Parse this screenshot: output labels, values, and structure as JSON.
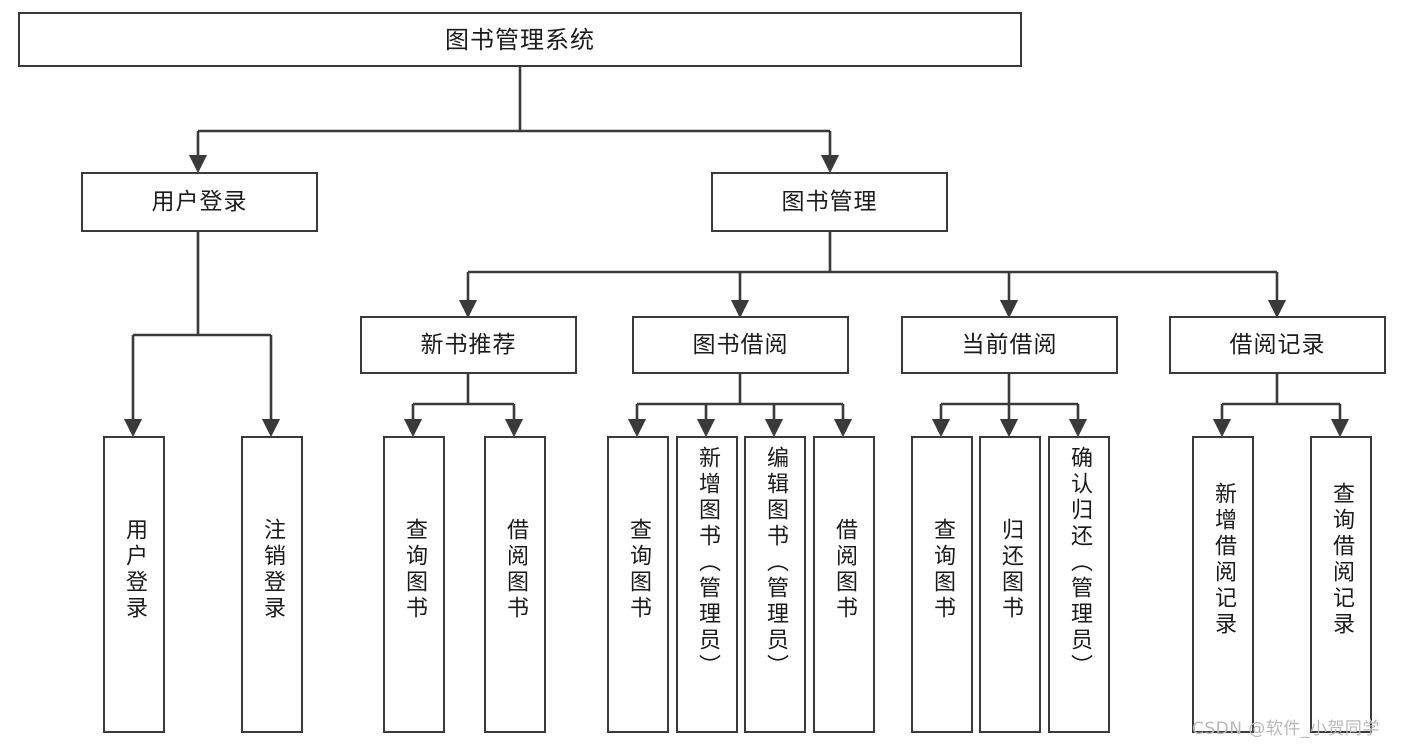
{
  "diagram": {
    "title": "图书管理系统",
    "type": "tree-hierarchy",
    "root": {
      "id": "root",
      "label": "图书管理系统"
    },
    "level2": [
      {
        "id": "user-login",
        "label": "用户登录"
      },
      {
        "id": "book-manage",
        "label": "图书管理"
      }
    ],
    "level3": [
      {
        "id": "new-book-recommend",
        "label": "新书推荐",
        "parent": "book-manage"
      },
      {
        "id": "book-borrow",
        "label": "图书借阅",
        "parent": "book-manage"
      },
      {
        "id": "current-borrow",
        "label": "当前借阅",
        "parent": "book-manage"
      },
      {
        "id": "borrow-record",
        "label": "借阅记录",
        "parent": "book-manage"
      }
    ],
    "leaves": [
      {
        "id": "leaf-user-login",
        "label": "用户登录",
        "parent": "user-login"
      },
      {
        "id": "leaf-logout-login",
        "label": "注销登录",
        "parent": "user-login"
      },
      {
        "id": "leaf-query-book-1",
        "label": "查询图书",
        "parent": "new-book-recommend"
      },
      {
        "id": "leaf-borrow-book-1",
        "label": "借阅图书",
        "parent": "new-book-recommend"
      },
      {
        "id": "leaf-query-book-2",
        "label": "查询图书",
        "parent": "book-borrow"
      },
      {
        "id": "leaf-add-book",
        "label": "新增图书（管理员）",
        "parent": "book-borrow"
      },
      {
        "id": "leaf-edit-book",
        "label": "编辑图书（管理员）",
        "parent": "book-borrow"
      },
      {
        "id": "leaf-borrow-book-2",
        "label": "借阅图书",
        "parent": "book-borrow"
      },
      {
        "id": "leaf-query-book-3",
        "label": "查询图书",
        "parent": "current-borrow"
      },
      {
        "id": "leaf-return-book",
        "label": "归还图书",
        "parent": "current-borrow"
      },
      {
        "id": "leaf-confirm-return",
        "label": "确认归还（管理员）",
        "parent": "current-borrow"
      },
      {
        "id": "leaf-add-record",
        "label": "新增借阅记录",
        "parent": "borrow-record"
      },
      {
        "id": "leaf-query-record",
        "label": "查询借阅记录",
        "parent": "borrow-record"
      }
    ],
    "colors": {
      "stroke": "#3a3a3a",
      "fill": "#ffffff",
      "text": "#1b1b1b",
      "watermark": "#b9b9b9"
    }
  },
  "watermark": {
    "text": "CSDN @软件_小贺同学"
  }
}
